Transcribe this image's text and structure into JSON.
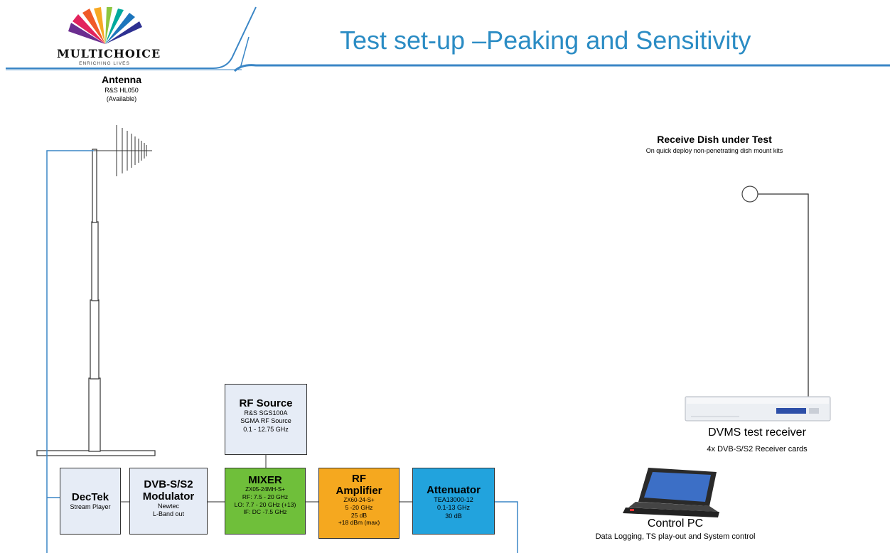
{
  "header": {
    "title": "Test set-up –Peaking and Sensitivity",
    "logo_name": "MULTICHOICE",
    "logo_tagline": "ENRICHING LIVES"
  },
  "antenna": {
    "title": "Antenna",
    "model": "R&S HL050",
    "status": "(Available)"
  },
  "dish": {
    "title": "Receive Dish under Test",
    "subtitle": "On quick deploy non-penetrating dish mount kits"
  },
  "dvms": {
    "title": "DVMS test receiver",
    "subtitle": "4x DVB-S/S2 Receiver cards"
  },
  "control_pc": {
    "title": "Control PC",
    "subtitle": "Data Logging, TS play-out and  System control"
  },
  "rf_source": {
    "title": "RF Source",
    "line1": "R&S SGS100A",
    "line2": "SGMA RF Source",
    "line3": "0.1 - 12.75 GHz"
  },
  "dectek": {
    "title": "DecTek",
    "line1": "Stream Player"
  },
  "modulator": {
    "title1": "DVB-S/S2",
    "title2": "Modulator",
    "line1": "Newtec",
    "line2": "L-Band out"
  },
  "mixer": {
    "title": "MIXER",
    "line1": "ZX05-24MH-S+",
    "line2": "RF: 7.5 - 20  GHz",
    "line3": "LO: 7.7 - 20 GHz (+13)",
    "line4": "IF: DC -7.5 GHz"
  },
  "amplifier": {
    "title1": "RF",
    "title2": "Amplifier",
    "line1": "ZX60-24-S+",
    "line2": "5 -20 GHz",
    "line3": "25 dB",
    "line4": "+18 dBm (max)"
  },
  "attenuator": {
    "title": "Attenuator",
    "line1": "TEA13000-12",
    "line2": "0.1-13 GHz",
    "line3": "30 dB"
  },
  "colors": {
    "title_blue": "#2b8cc4",
    "wire_blue": "#3a86c6",
    "block_grey": "#e6ecf6",
    "mixer_green": "#6fbf3a",
    "amp_orange": "#f5a81f",
    "att_blue": "#22a3dd"
  }
}
